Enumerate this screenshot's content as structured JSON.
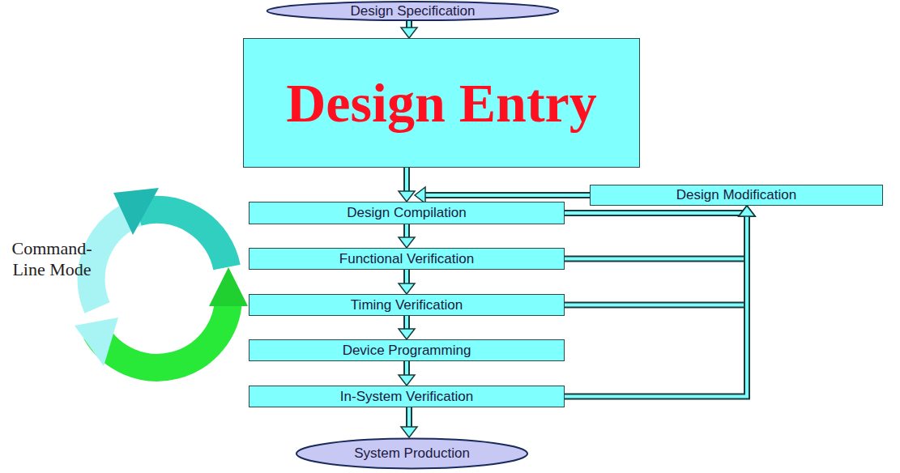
{
  "diagram": {
    "nodes": [
      {
        "text": [
          "Design Specification"
        ]
      },
      {
        "text": [
          "Design Entry"
        ]
      },
      {
        "text": [
          "Design Modification"
        ]
      },
      {
        "text": [
          "Design Compilation"
        ]
      },
      {
        "text": [
          "Functional Verification"
        ]
      },
      {
        "text": [
          "Timing Verification"
        ]
      },
      {
        "text": [
          "Device Programming"
        ]
      },
      {
        "text": [
          "In-System Verification"
        ]
      },
      {
        "text": [
          "System Production"
        ]
      }
    ],
    "edges": [
      {
        "from": 0,
        "to": 1,
        "arrow": "to"
      },
      {
        "from": 1,
        "to": 3,
        "arrow": "to"
      },
      {
        "from": 2,
        "to": 3,
        "arrow": "to"
      },
      {
        "from": 3,
        "to": 4,
        "arrow": "to"
      },
      {
        "from": 4,
        "to": 5,
        "arrow": "to"
      },
      {
        "from": 5,
        "to": 6,
        "arrow": "to"
      },
      {
        "from": 6,
        "to": 7,
        "arrow": "to"
      },
      {
        "from": 7,
        "to": 8,
        "arrow": "to"
      },
      {
        "from": 3,
        "to": 2,
        "arrow": "to"
      },
      {
        "from": 4,
        "to": 2,
        "arrow": "to"
      },
      {
        "from": 5,
        "to": 2,
        "arrow": "to"
      },
      {
        "from": 7,
        "to": 2,
        "arrow": "to"
      }
    ],
    "labels": [
      "Command-Line Mode"
    ]
  }
}
